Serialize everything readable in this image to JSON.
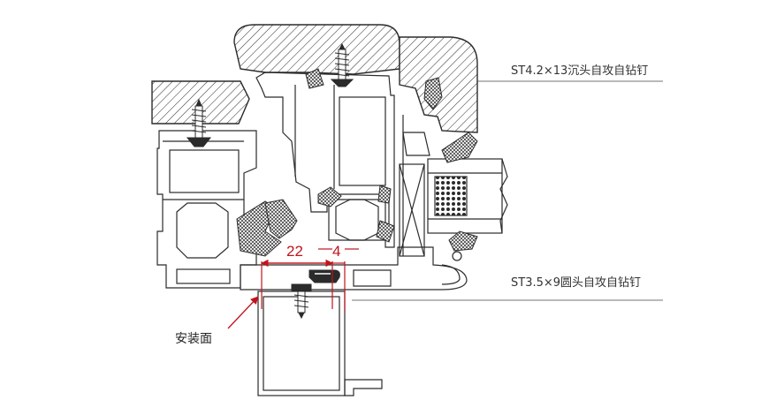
{
  "labels": {
    "screw_top": "ST4.2×13沉头自攻自钻钉",
    "screw_bottom": "ST3.5×9圆头自攻自钻钉",
    "mounting_surface": "安装面"
  },
  "dimensions": {
    "width_a": "22",
    "width_b": "4"
  },
  "colors": {
    "line": "#2b2b2b",
    "dimension": "#c0141c",
    "leader": "#c0141c"
  }
}
